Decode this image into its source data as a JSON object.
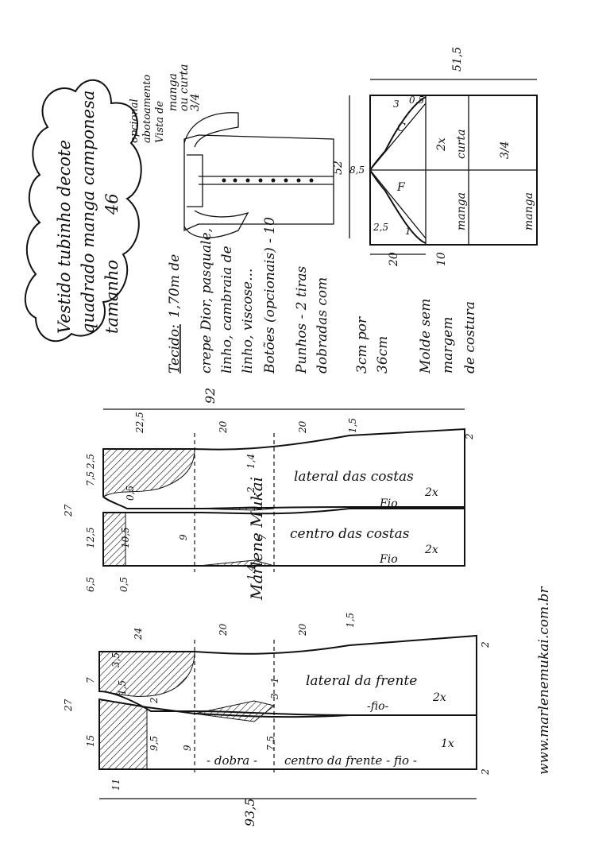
{
  "title": {
    "line1": "Vestido tubinho decote",
    "line2": "quadrado manga camponesa",
    "line3": "tamanho",
    "size": "46"
  },
  "materials": {
    "fabric_label": "Tecido:",
    "fabric_qty": "1,70m de",
    "fabric_types": [
      "crepe Dior, pasquale,",
      "linho, cambraia de",
      "linho, viscose..."
    ],
    "buttons": "Botões (opcionais) - 10",
    "cuffs": [
      "Punhos - 2 tiras",
      "dobradas com",
      "3cm por",
      "36cm"
    ],
    "note": [
      "Molde sem",
      "margem",
      "de costura"
    ]
  },
  "illustration": {
    "sleeve_label": [
      "3/4",
      "ou curta",
      "manga"
    ],
    "button_label": [
      "Vista de",
      "abotoamento",
      "opcional"
    ]
  },
  "sleeve": {
    "width": "52",
    "length": "51,5",
    "cap_height": "20",
    "cuff_depth": "10",
    "front_marker": "F",
    "back_marker": "C",
    "label_center": "8,5",
    "dim_small": [
      "3",
      "0,5",
      "2,5",
      "1"
    ],
    "row_top": [
      "2x",
      "curta",
      "3/4"
    ],
    "row_bottom": [
      "manga",
      "manga"
    ]
  },
  "back": {
    "total_length": "92",
    "side": {
      "label": "lateral das costas",
      "count": "2x",
      "grain": "Fio"
    },
    "center": {
      "label": "centro das costas",
      "count": "2x",
      "grain": "Fio"
    },
    "dims": [
      "27",
      "22,5",
      "20",
      "20",
      "1,5",
      "2",
      "2,5",
      "7,5",
      "0,5",
      "12,5",
      "10,5",
      "6,5",
      "0,5",
      "9",
      "7",
      "1,4",
      "2",
      "1,4"
    ]
  },
  "front": {
    "total_length": "93,5",
    "side": {
      "label": "lateral da frente",
      "count": "2x",
      "grain": "-fio-"
    },
    "center": {
      "label": "centro da frente - fio -",
      "fold": "- dobra -",
      "count": "1x"
    },
    "dims": [
      "27",
      "24",
      "20",
      "20",
      "1,5",
      "2",
      "3,5",
      "7",
      "15",
      "1,5",
      "2",
      "11",
      "9,5",
      "9",
      "7,5",
      "3",
      "1",
      "2"
    ]
  },
  "signature": "Marlene Mukai",
  "website": "www.marlenemukai.com.br"
}
